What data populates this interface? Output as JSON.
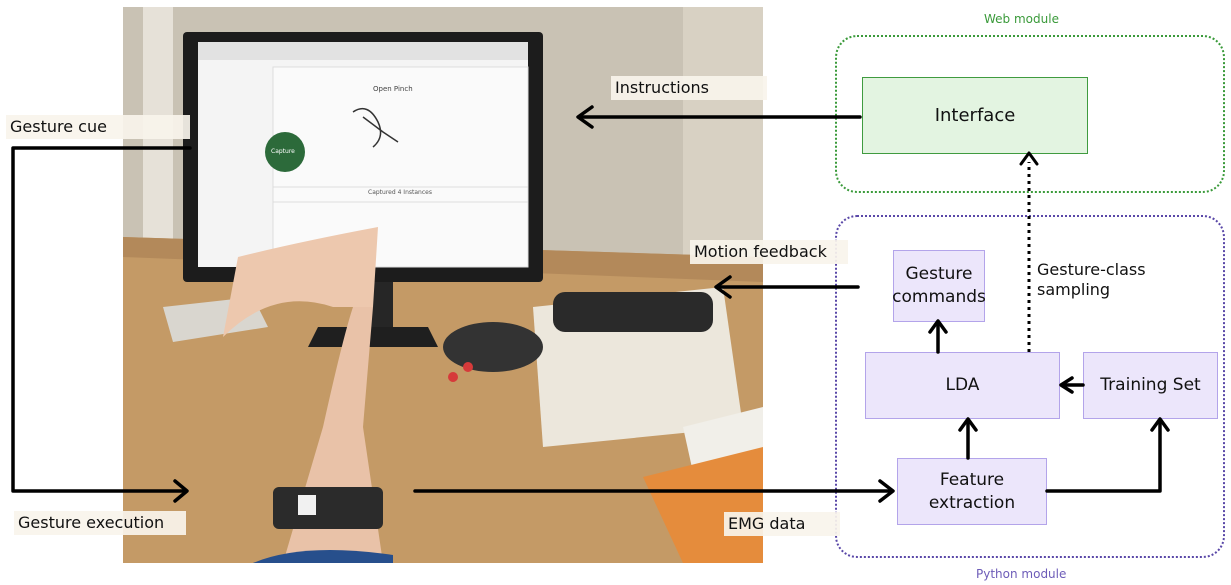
{
  "photo": {
    "screen_title": "Open Pinch",
    "screen_button": "Capture",
    "screen_status": "Captured 4 Instances"
  },
  "labels": {
    "gesture_cue": "Gesture cue",
    "gesture_execution": "Gesture execution",
    "instructions": "Instructions",
    "motion_feedback": "Motion feedback",
    "emg_data": "EMG data",
    "gesture_class_sampling": "Gesture-class\nsampling"
  },
  "web_module": {
    "title": "Web module",
    "interface": "Interface"
  },
  "python_module": {
    "title": "Python module",
    "gesture_commands": "Gesture commands",
    "lda": "LDA",
    "training_set": "Training Set",
    "feature_extraction": "Feature extraction"
  },
  "colors": {
    "web_green": "#3a9a3a",
    "python_purple": "#5a48a8",
    "web_box_fill": "#e3f4e1",
    "python_box_fill": "#ece6fb"
  }
}
